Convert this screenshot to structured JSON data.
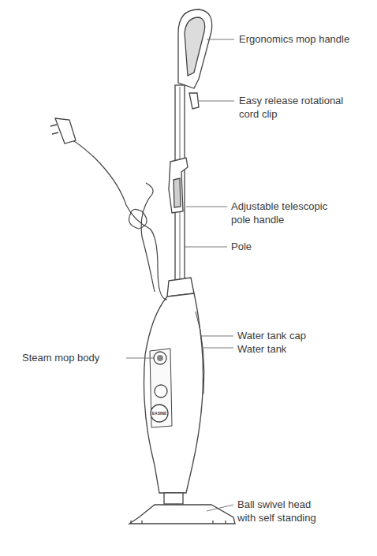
{
  "diagram": {
    "labels": [
      "Ergonomics mop handle",
      "Easy release rotational cord clip",
      "Adjustable telescopic pole handle",
      "Pole",
      "Water tank cap",
      "Water tank",
      "Steam mop body",
      "Ball swivel head with self standing",
      "EASINE"
    ]
  }
}
